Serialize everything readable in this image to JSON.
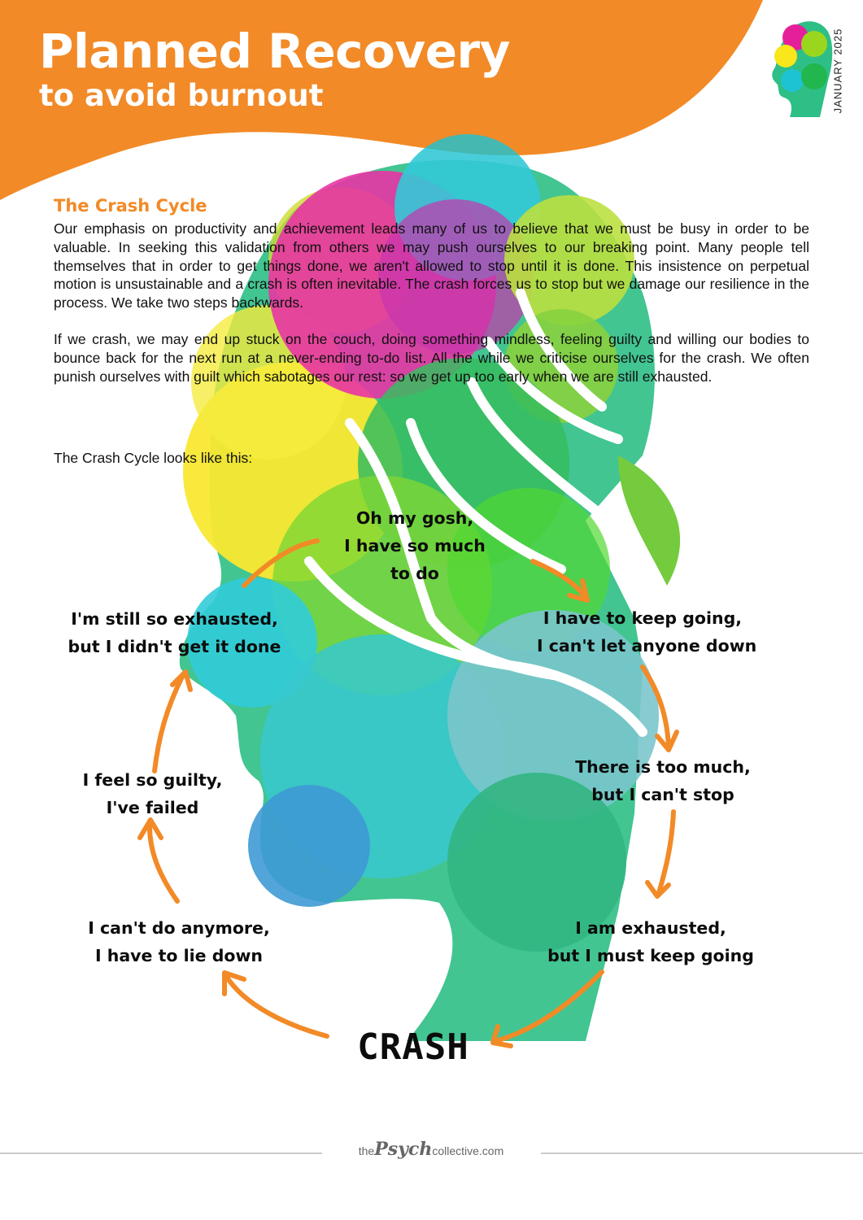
{
  "header": {
    "title": "Planned Recovery",
    "subtitle": "to avoid burnout",
    "date": "JANUARY 2025"
  },
  "section": {
    "heading": "The Crash Cycle",
    "paragraphs": [
      "Our emphasis on productivity and achievement leads many of us to believe that we must be busy in order to be valuable.  In seeking this validation from others we may push ourselves to our breaking point. Many people tell themselves that in order to get things done, we aren't allowed to stop until it is done. This insistence on perpetual motion is unsustainable and a crash is often inevitable. The crash forces us to stop but we damage our resilience in the process. We take two steps backwards.",
      "If we crash, we may end up stuck on the couch, doing something mindless, feeling guilty and willing our bodies to bounce back for the next run at a never-ending to-do list. All the while we criticise ourselves for the crash. We often punish ourselves with guilt which sabotages our rest: so we get up too early when we are still exhausted.",
      "The Crash Cycle looks like this:"
    ]
  },
  "cycle": {
    "top": [
      "Oh my gosh,",
      "I have so much",
      "to do"
    ],
    "right1": [
      "I have to keep going,",
      "I can't let anyone down"
    ],
    "right2": [
      "There is too much,",
      "but I can't stop"
    ],
    "right3": [
      "I am exhausted,",
      "but I must keep going"
    ],
    "bottom": "CRASH",
    "left3": [
      "I can't do anymore,",
      "I have to lie down"
    ],
    "left2": [
      "I feel so guilty,",
      "I've failed"
    ],
    "left1": [
      "I'm still so exhausted,",
      "but I didn't get it done"
    ]
  },
  "footer": {
    "prefix": "the",
    "brand": "Psych",
    "suffix": "collective.com"
  },
  "colors": {
    "accent_orange": "#f28a27",
    "magenta": "#e0179a",
    "cyan": "#1fc4d4",
    "yellow": "#f7e81c",
    "lime": "#9bd61e",
    "green": "#1ab04a",
    "teal": "#18b27f"
  },
  "icons": {
    "logo": "head-silhouette-icon",
    "arrows": "cycle-arrow-icon"
  }
}
